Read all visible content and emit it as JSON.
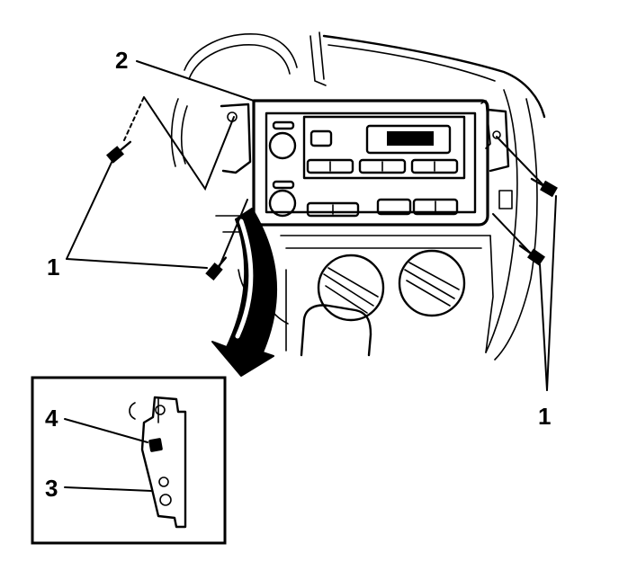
{
  "callouts": {
    "screws_left": "1",
    "radio_bezel": "2",
    "screws_right": "1",
    "inset_item_3": "3",
    "inset_item_4": "4"
  },
  "colors": {
    "ink": "#000000",
    "paper": "#ffffff"
  },
  "icons": {
    "removal_direction": "curved-arrow-icon",
    "fastener": "screw-icon"
  }
}
